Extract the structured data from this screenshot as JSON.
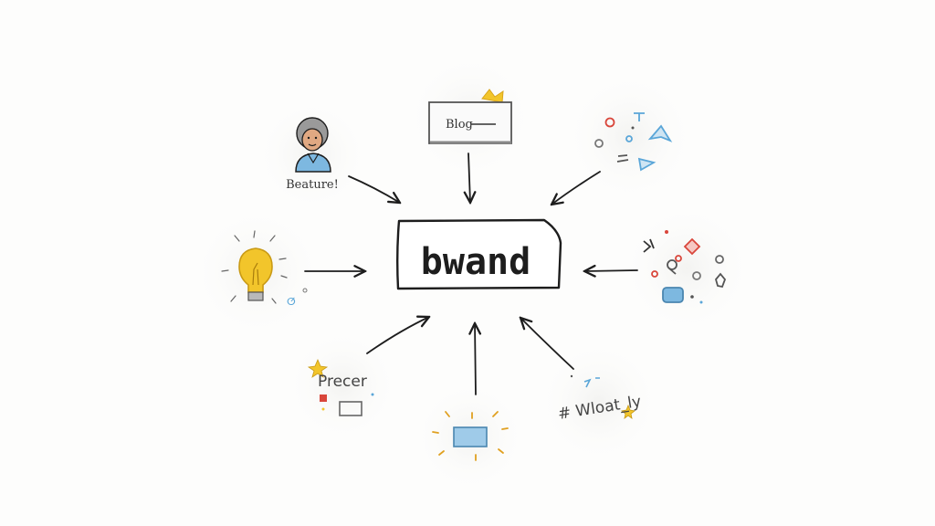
{
  "center": {
    "label": "bwand"
  },
  "nodes": {
    "person": {
      "label": "Beature!",
      "icon": "person-avatar-icon"
    },
    "blog": {
      "label": "Blog",
      "icon": "blog-window-icon"
    },
    "shapes_top_right": {
      "icon": "scattered-shapes-icon"
    },
    "lightbulb": {
      "icon": "lightbulb-icon"
    },
    "shapes_right": {
      "icon": "scattered-shapes-icon"
    },
    "precer": {
      "label": "Precer",
      "icon": "sparkle-card-icon"
    },
    "bottom_card": {
      "icon": "glowing-card-icon"
    },
    "wloat": {
      "label": "# Wloat_ly",
      "icon": "sparkle-icon"
    }
  },
  "colors": {
    "ink": "#1d1d1d",
    "blue": "#5aa6d8",
    "yellow": "#f2c52b",
    "red": "#d9463b",
    "gray": "#8a8a8a"
  }
}
